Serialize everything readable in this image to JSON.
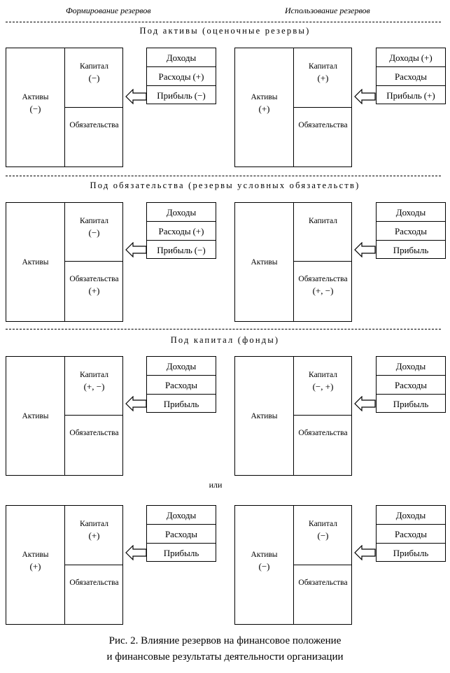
{
  "headers": {
    "left": "Формирование резервов",
    "right": "Использование резервов"
  },
  "sections": [
    {
      "title": "Под активы (оценочные резервы)"
    },
    {
      "title": "Под обязательства (резервы условных обязательств)"
    },
    {
      "title": "Под капитал (фонды)"
    }
  ],
  "or_label": "или",
  "labels": {
    "assets": "Активы",
    "capital": "Капитал",
    "liabilities": "Обязательства",
    "income": "Доходы",
    "expenses": "Расходы",
    "profit": "Прибыль"
  },
  "diagrams": [
    {
      "id": "s1-left",
      "assets_sign": "(−)",
      "capital_sign": "(−)",
      "liab_sign": "",
      "income_sign": "",
      "expenses_sign": "(+)",
      "profit_sign": "(−)"
    },
    {
      "id": "s1-right",
      "assets_sign": "(+)",
      "capital_sign": "(+)",
      "liab_sign": "",
      "income_sign": "(+)",
      "expenses_sign": "",
      "profit_sign": "(+)"
    },
    {
      "id": "s2-left",
      "assets_sign": "",
      "capital_sign": "(−)",
      "liab_sign": "(+)",
      "income_sign": "",
      "expenses_sign": "(+)",
      "profit_sign": "(−)"
    },
    {
      "id": "s2-right",
      "assets_sign": "",
      "capital_sign": "",
      "liab_sign": "(+, −)",
      "income_sign": "",
      "expenses_sign": "",
      "profit_sign": ""
    },
    {
      "id": "s3a-left",
      "assets_sign": "",
      "capital_sign": "(+, −)",
      "liab_sign": "",
      "income_sign": "",
      "expenses_sign": "",
      "profit_sign": ""
    },
    {
      "id": "s3a-right",
      "assets_sign": "",
      "capital_sign": "(−, +)",
      "liab_sign": "",
      "income_sign": "",
      "expenses_sign": "",
      "profit_sign": ""
    },
    {
      "id": "s3b-left",
      "assets_sign": "(+)",
      "capital_sign": "(+)",
      "liab_sign": "",
      "income_sign": "",
      "expenses_sign": "",
      "profit_sign": ""
    },
    {
      "id": "s3b-right",
      "assets_sign": "(−)",
      "capital_sign": "(−)",
      "liab_sign": "",
      "income_sign": "",
      "expenses_sign": "",
      "profit_sign": ""
    }
  ],
  "caption": {
    "line1": "Рис. 2. Влияние резервов на финансовое положение",
    "line2": "и финансовые результаты деятельности организации"
  }
}
